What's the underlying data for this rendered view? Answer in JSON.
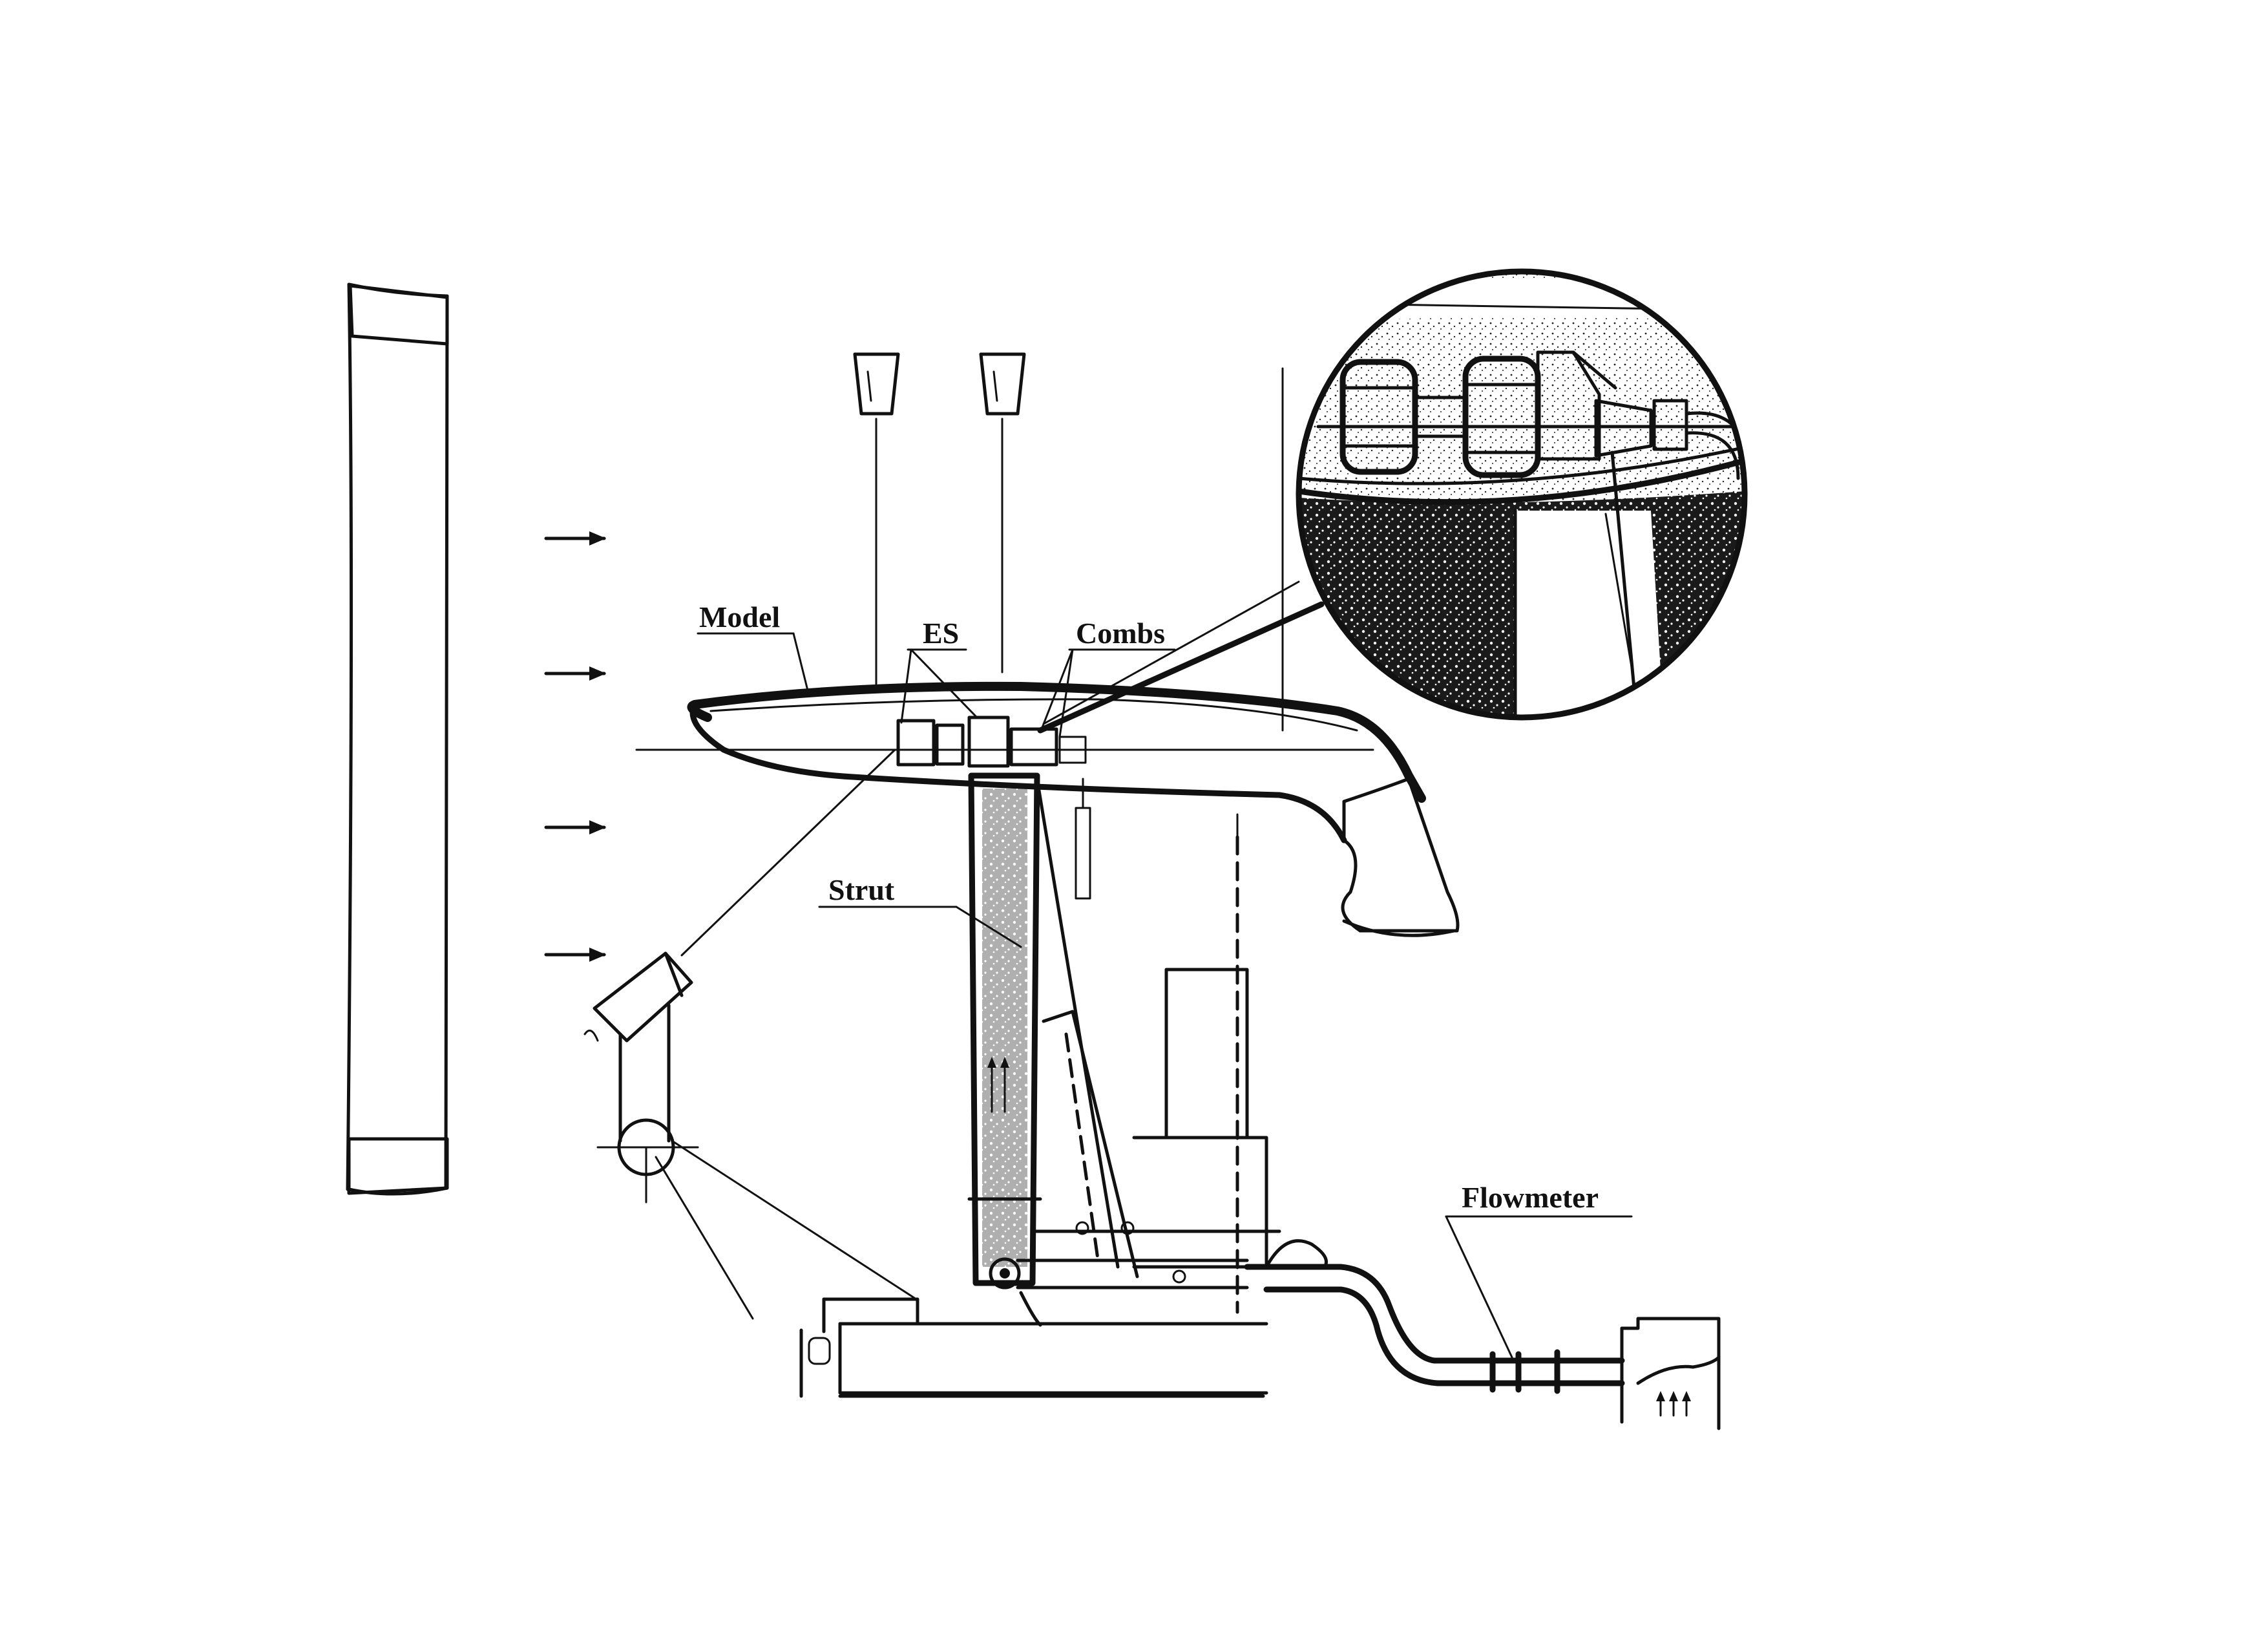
{
  "labels": {
    "model": "Model",
    "es": "ES",
    "combs": "Combs",
    "strut": "Strut",
    "flowmeter": "Flowmeter"
  },
  "colors": {
    "ink": "#111111",
    "background": "#ffffff"
  }
}
